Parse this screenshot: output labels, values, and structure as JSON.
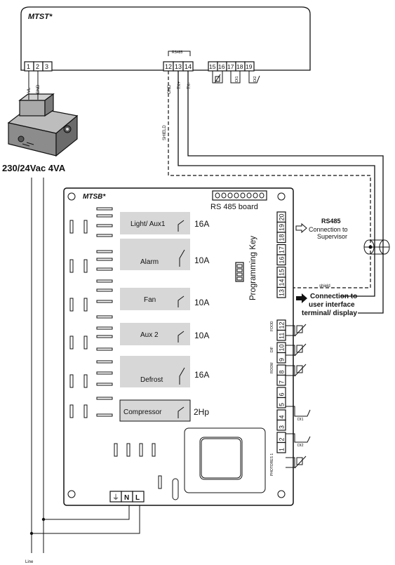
{
  "mtst": {
    "title": "MTST*",
    "terminals_left": [
      "1",
      "2",
      "3"
    ],
    "rs485_label": "RS485",
    "terminals_mid": [
      "12",
      "13",
      "14"
    ],
    "terminals_right": [
      "15",
      "16",
      "17",
      "18",
      "19"
    ],
    "labels": {
      "t1": "VL",
      "t2": "GND",
      "t12": "GND",
      "t13": "TX+",
      "t14": "TX-",
      "di1": "DI1",
      "di2": "DI2"
    }
  },
  "transformer": {
    "label": "230/24Vac 4VA"
  },
  "shield_label": "SHIELD",
  "mtsb": {
    "title": "MTSB*",
    "rs485_board": "RS 485 board",
    "programming_key": "Programming Key",
    "relays": [
      {
        "name": "Light/ Aux1",
        "rating": "16A"
      },
      {
        "name": "Alarm",
        "rating": "10A"
      },
      {
        "name": "Fan",
        "rating": "10A"
      },
      {
        "name": "Aux 2",
        "rating": "10A"
      },
      {
        "name": "Defrost",
        "rating": "16A"
      },
      {
        "name": "Compressor",
        "rating": "2Hp"
      }
    ],
    "terminal_block_upper": [
      "20",
      "19",
      "18",
      "17",
      "16",
      "15",
      "14",
      "13"
    ],
    "terminal_block_lower": [
      "12",
      "11",
      "10",
      "9",
      "8",
      "7",
      "6",
      "5",
      "4",
      "3",
      "2",
      "1"
    ],
    "probe_labels": {
      "food": "FOOD",
      "dif": "DIF",
      "room": "ROOM",
      "photores": "PHOTORES 1"
    },
    "di_labels": {
      "di1": "DI1",
      "di2": "DI2"
    },
    "power_terminals": [
      "⏚",
      "N",
      "L"
    ]
  },
  "annotations": {
    "rs485_head": "RS485",
    "rs485_l2": "Connection to",
    "rs485_l3": "Supervisor",
    "shield_small": "shield",
    "ui_l1": "Connection to",
    "ui_l2": "user interface",
    "ui_l3": "terminal/ display"
  },
  "line_label": "Line"
}
